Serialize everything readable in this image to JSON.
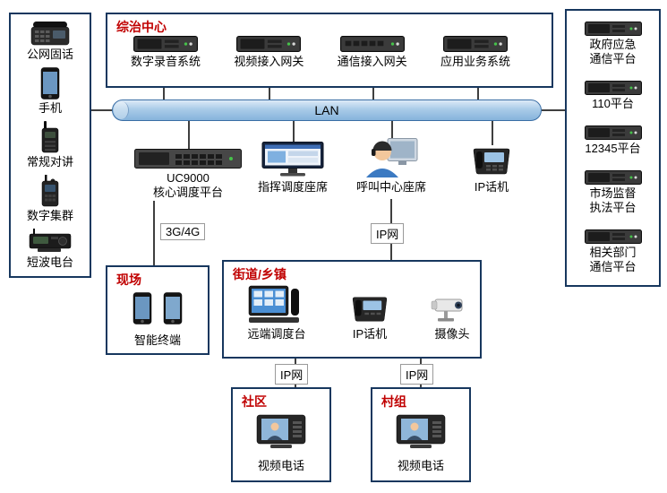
{
  "colors": {
    "panel_border": "#17375e",
    "title_red": "#c00000",
    "lan_fill": "#9dc3e6",
    "line": "#3f3f3f"
  },
  "left_panel": {
    "items": [
      {
        "label": "公网固话",
        "icon": "desk-phone-icon"
      },
      {
        "label": "手机",
        "icon": "mobile-phone-icon"
      },
      {
        "label": "常规对讲",
        "icon": "walkie-talkie-icon"
      },
      {
        "label": "数字集群",
        "icon": "trunking-radio-icon"
      },
      {
        "label": "短波电台",
        "icon": "shortwave-radio-icon"
      }
    ]
  },
  "center_panel": {
    "title": "综治中心",
    "servers": [
      {
        "label": "数字录音系统"
      },
      {
        "label": "视频接入网关"
      },
      {
        "label": "通信接入网关"
      },
      {
        "label": "应用业务系统"
      }
    ]
  },
  "lan": {
    "label": "LAN"
  },
  "core_row": {
    "uc9000": {
      "label": "UC9000\n核心调度平台"
    },
    "dispatch_seat": {
      "label": "指挥调度座席"
    },
    "call_center_seat": {
      "label": "呼叫中心座席"
    },
    "ip_phone": {
      "label": "IP话机"
    }
  },
  "right_panel": {
    "items": [
      {
        "label": "政府应急\n通信平台"
      },
      {
        "label": "110平台"
      },
      {
        "label": "12345平台"
      },
      {
        "label": "市场监督\n执法平台"
      },
      {
        "label": "相关部门\n通信平台"
      }
    ]
  },
  "connectors": {
    "cellular": "3G/4G",
    "ip_net_street": "IP网",
    "ip_net_community": "IP网",
    "ip_net_village": "IP网"
  },
  "field_panel": {
    "title": "现场",
    "device": "智能终端"
  },
  "street_panel": {
    "title": "街道/乡镇",
    "devices": [
      {
        "label": "远端调度台"
      },
      {
        "label": "IP话机"
      },
      {
        "label": "摄像头"
      }
    ]
  },
  "community_panel": {
    "title": "社区",
    "device": "视频电话"
  },
  "village_panel": {
    "title": "村组",
    "device": "视频电话"
  }
}
